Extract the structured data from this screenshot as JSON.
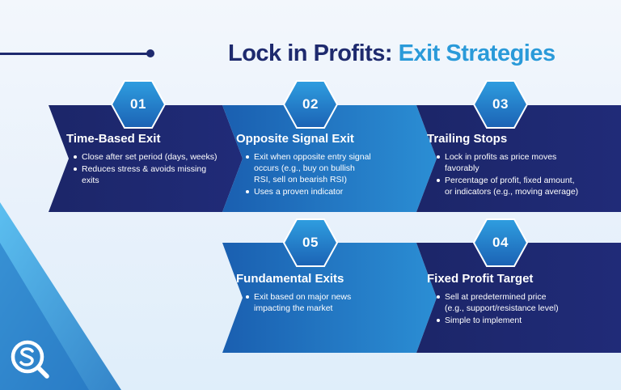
{
  "title": {
    "part1": "Lock in Profits:",
    "part2": "Exit Strategies"
  },
  "colors": {
    "navy": "#1e2a6e",
    "blue": "#2a9ad9",
    "dark_chevron": "#1a2266",
    "light_chevron": "#2176bd"
  },
  "steps": [
    {
      "number": "01",
      "title": "Time-Based Exit",
      "bullets": [
        "Close after set period (days, weeks)",
        "Reduces stress & avoids missing exits"
      ]
    },
    {
      "number": "02",
      "title": "Opposite Signal Exit",
      "bullets": [
        "Exit when opposite entry signal occurs (e.g., buy on bullish RSI, sell on bearish RSI)",
        "Uses a proven indicator"
      ]
    },
    {
      "number": "03",
      "title": "Trailing Stops",
      "bullets": [
        "Lock in profits as price moves favorably",
        "Percentage of profit, fixed amount, or indicators (e.g., moving average)"
      ]
    },
    {
      "number": "05",
      "title": "Fundamental Exits",
      "bullets": [
        "Exit based on major news impacting the market"
      ]
    },
    {
      "number": "04",
      "title": "Fixed Profit Target",
      "bullets": [
        "Sell at predetermined price (e.g., support/resistance level)",
        "Simple to implement"
      ]
    }
  ],
  "logo_icon": "q-search-logo-icon"
}
